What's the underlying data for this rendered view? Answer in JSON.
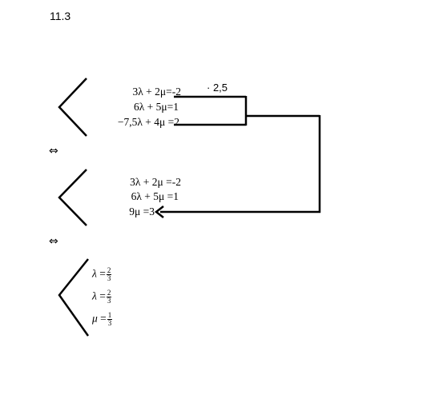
{
  "heading": "11.3",
  "system1": {
    "eq1": "3λ + 2μ=-2",
    "eq2": "6λ + 5μ=1",
    "eq3": "−7,5λ + 4μ =2"
  },
  "multiplier": "· 2,5",
  "equivalent_symbol": "⇔",
  "system2": {
    "eq1": "3λ + 2μ  =-2",
    "eq2": "6λ + 5μ  =1",
    "eq3": "9μ  =3"
  },
  "solution": {
    "lambda1": {
      "var": "λ",
      "eq": "=",
      "num": "2",
      "den": "3"
    },
    "lambda2": {
      "var": "λ",
      "eq": "=",
      "num": "2",
      "den": "3"
    },
    "mu": {
      "var": "μ",
      "eq": "=",
      "num": "1",
      "den": "3"
    }
  }
}
